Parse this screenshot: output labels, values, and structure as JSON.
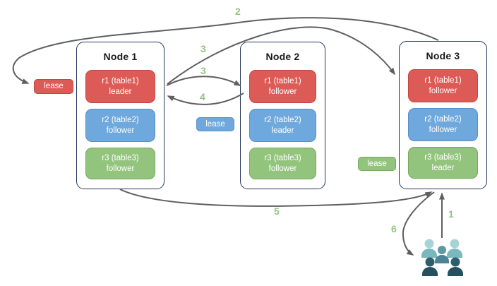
{
  "diagram_type": "distributed database cluster - replica leadership and leases",
  "nodes": [
    {
      "title": "Node 1",
      "replicas": [
        {
          "name": "r1 (table1)",
          "role": "leader",
          "color": "red"
        },
        {
          "name": "r2 (table2)",
          "role": "follower",
          "color": "blue"
        },
        {
          "name": "r3 (table3)",
          "role": "follower",
          "color": "green"
        }
      ]
    },
    {
      "title": "Node 2",
      "replicas": [
        {
          "name": "r1 (table1)",
          "role": "follower",
          "color": "red"
        },
        {
          "name": "r2 (table2)",
          "role": "leader",
          "color": "blue"
        },
        {
          "name": "r3 (table3)",
          "role": "follower",
          "color": "green"
        }
      ]
    },
    {
      "title": "Node 3",
      "replicas": [
        {
          "name": "r1 (table1)",
          "role": "follower",
          "color": "red"
        },
        {
          "name": "r2 (table2)",
          "role": "follower",
          "color": "blue"
        },
        {
          "name": "r3 (table3)",
          "role": "leader",
          "color": "green"
        }
      ]
    }
  ],
  "leases": [
    {
      "label": "lease",
      "color": "red"
    },
    {
      "label": "lease",
      "color": "blue"
    },
    {
      "label": "lease",
      "color": "green"
    }
  ],
  "steps": {
    "s1": "1",
    "s2": "2",
    "s3a": "3",
    "s3b": "3",
    "s4": "4",
    "s5": "5",
    "s6": "6"
  },
  "icons": {
    "users": "users-group-icon"
  },
  "colors": {
    "red_fill": "#dd5b57",
    "red_border": "#c24642",
    "blue_fill": "#6fa8dc",
    "blue_border": "#5a8fc4",
    "green_fill": "#93c47d",
    "green_border": "#78a75e",
    "node_border": "#23395d",
    "arrow": "#5f5f5f",
    "step_label": "#93c47d",
    "users_light": "#a7d3d6",
    "users_light_body": "#79b8bd",
    "users_mid": "#5d98a5",
    "users_mid_body": "#4b8494",
    "users_dark": "#2e5d6e",
    "users_dark_body": "#264f60"
  }
}
